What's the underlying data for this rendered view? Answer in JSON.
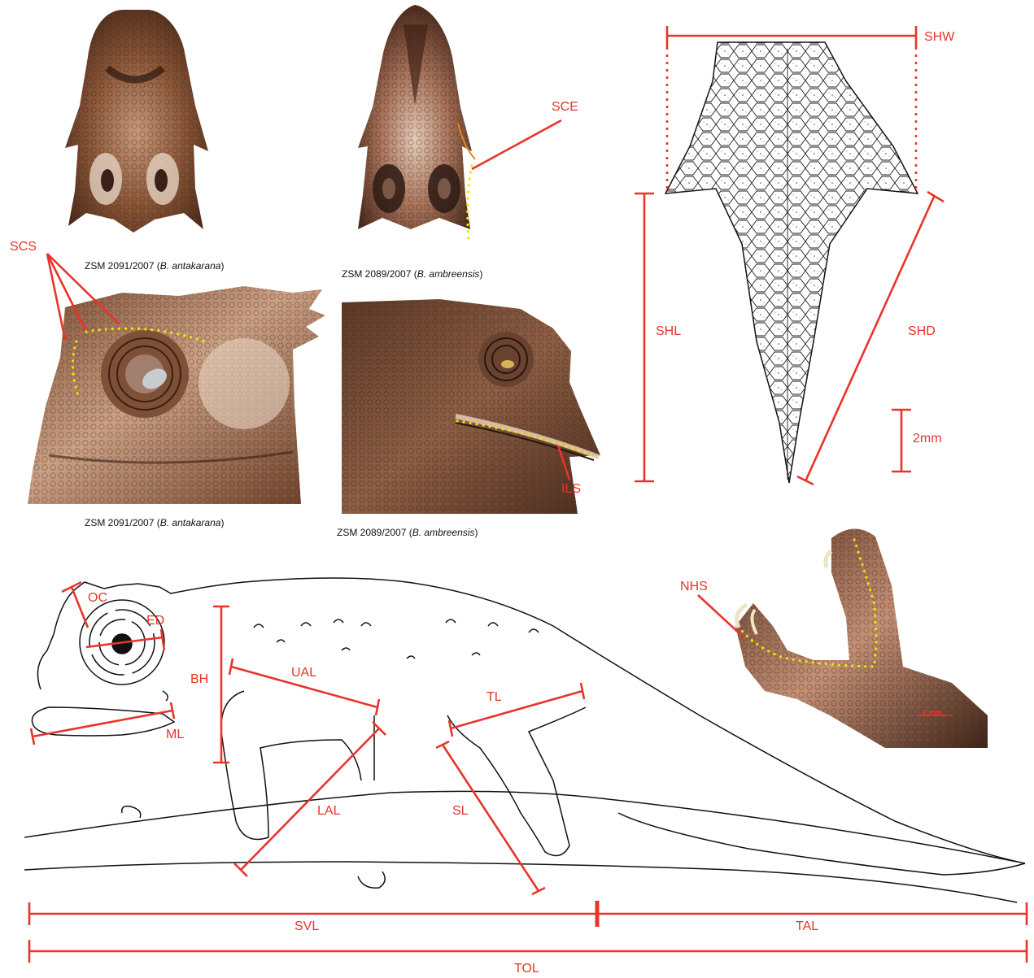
{
  "colors": {
    "measure": "#e8342a",
    "dots": "#f2e400",
    "skin_dark": "#5a3321",
    "skin_mid": "#8a5637",
    "skin_light": "#d2ae94"
  },
  "captions": {
    "dorsal_left": {
      "specimen": "ZSM 2091/2007",
      "species": "B. antakarana"
    },
    "dorsal_right": {
      "specimen": "ZSM 2089/2007",
      "species": "B. ambreensis"
    },
    "lateral_left": {
      "specimen": "ZSM 2091/2007",
      "species": "B. antakarana"
    },
    "lateral_right": {
      "specimen": "ZSM 2089/2007",
      "species": "B. ambreensis"
    }
  },
  "labels": {
    "sce": "SCE",
    "scs": "SCS",
    "ils": "ILS",
    "shw": "SHW",
    "shl": "SHL",
    "shd": "SHD",
    "scale_2mm": "2mm",
    "nhs": "NHS",
    "scale_photo": "2 mm",
    "oc": "OC",
    "ed": "ED",
    "bh": "BH",
    "ual": "UAL",
    "tl": "TL",
    "ml": "ML",
    "lal": "LAL",
    "sl": "SL",
    "svl": "SVL",
    "tal": "TAL",
    "tol": "TOL"
  }
}
